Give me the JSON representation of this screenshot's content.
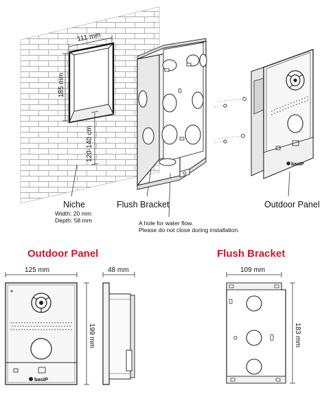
{
  "top": {
    "niche_width": "111 mm",
    "niche_height": "185 mm",
    "niche_depth_range": "120-140 cm",
    "niche_label": "Niche",
    "niche_width_note": "Width: 20 mm",
    "niche_depth_note": "Depth: 58 mm",
    "bracket_label": "Flush Bracket",
    "panel_label": "Outdoor Panel",
    "hole_note_line1": "A hole for water flow.",
    "hole_note_line2": "Please do not close during installation."
  },
  "bottom": {
    "panel_title": "Outdoor Panel",
    "bracket_title": "Flush Bracket",
    "panel_width": "125 mm",
    "panel_depth": "48 mm",
    "panel_height": "199 mm",
    "bracket_width": "109 mm",
    "bracket_height": "183 mm",
    "brand": "basIP"
  },
  "colors": {
    "accent_red": "#c8182c",
    "line": "#222222",
    "panel_fill": "#f4f4f4"
  },
  "icons": [
    "camera-lens-icon",
    "speaker-grille-icon",
    "call-button-icon",
    "card-reader-icon",
    "brand-logo-icon",
    "screw-icon",
    "knockout-hole-icon"
  ]
}
